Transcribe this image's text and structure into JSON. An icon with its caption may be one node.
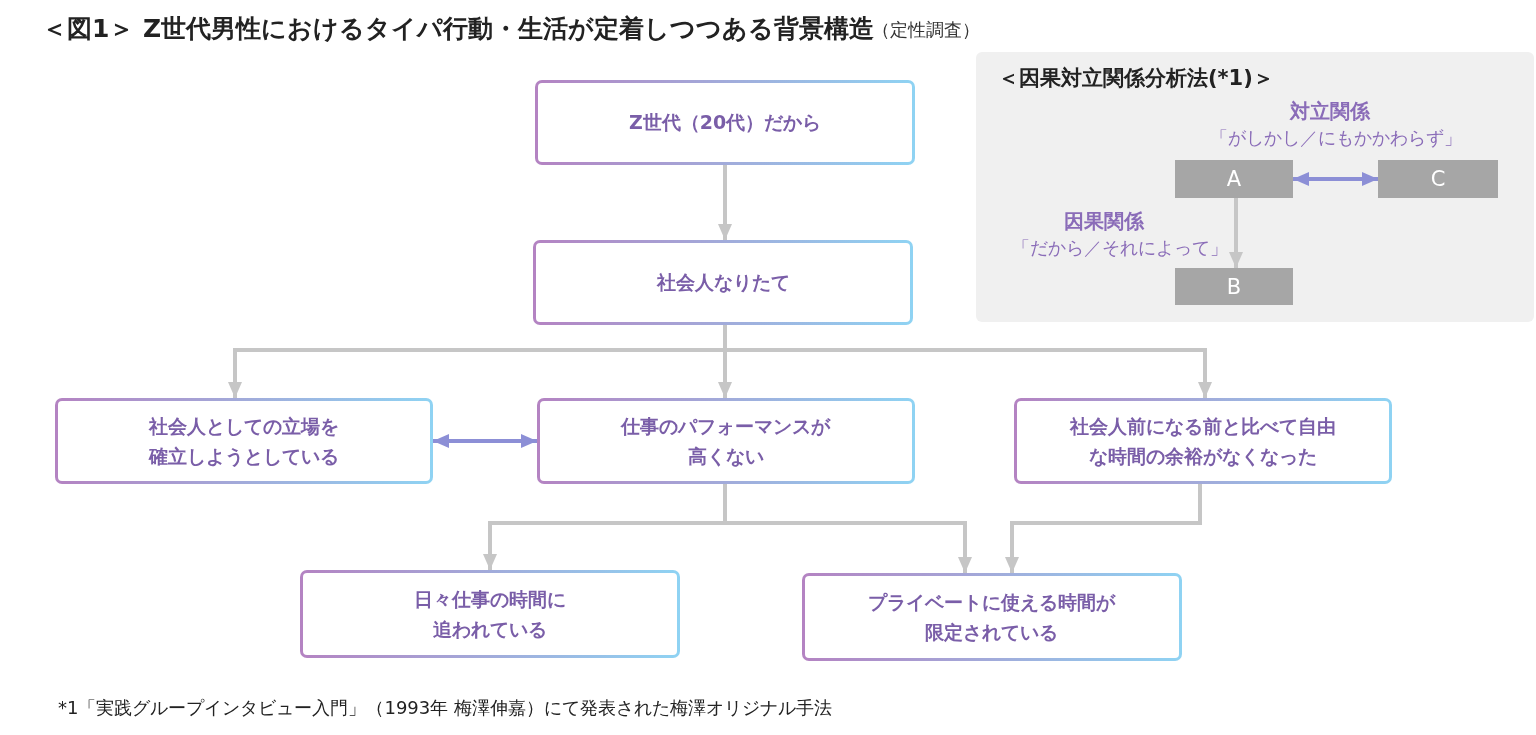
{
  "diagram": {
    "title": "＜図1＞ Z世代男性におけるタイパ行動・生活が定着しつつある背景構造",
    "caption": "*1「実践グループインタビュー入門」（1993年 梅澤伸嘉）にて発表された梅澤オリジナル手法",
    "nodes": [
      {
        "text": [
          "Z世代（20代）だから"
        ]
      },
      {
        "text": [
          "社会人なりたて"
        ]
      },
      {
        "text": [
          "社会人としての立場を確立しようとしている"
        ]
      },
      {
        "text": [
          "仕事のパフォーマンスが高くない"
        ]
      },
      {
        "text": [
          "社会人前になる前と比べて自由な時間の余裕がなくなった"
        ]
      },
      {
        "text": [
          "日々仕事の時間に追われている"
        ]
      },
      {
        "text": [
          "プライベートに使える時間が限定されている"
        ]
      },
      {
        "text": [
          "＜因果対立関係分析法(*1)＞"
        ]
      },
      {
        "text": [
          "A"
        ],
        "in": 7
      },
      {
        "text": [
          "C"
        ],
        "in": 7
      },
      {
        "text": [
          "B"
        ],
        "in": 7
      }
    ],
    "edges": [
      {
        "from": 0,
        "to": 1,
        "arrow": "to"
      },
      {
        "from": 1,
        "to": 2,
        "arrow": "to"
      },
      {
        "from": 1,
        "to": 3,
        "arrow": "to"
      },
      {
        "from": 1,
        "to": 4,
        "arrow": "to"
      },
      {
        "from": 2,
        "to": 3,
        "arrow": "both",
        "color": "#8c8fd6"
      },
      {
        "from": 3,
        "to": 5,
        "arrow": "to"
      },
      {
        "from": 3,
        "to": 6,
        "arrow": "to"
      },
      {
        "from": 4,
        "to": 6,
        "arrow": "to"
      },
      {
        "from": 8,
        "to": 9,
        "arrow": "both",
        "color": "#8c8fd6"
      },
      {
        "from": 8,
        "to": 10,
        "arrow": "to"
      }
    ],
    "labels": [
      "（定性調査）",
      "対立関係",
      "「がしかし／にもかかわらず」",
      "因果関係",
      "「だから／それによって」"
    ]
  }
}
